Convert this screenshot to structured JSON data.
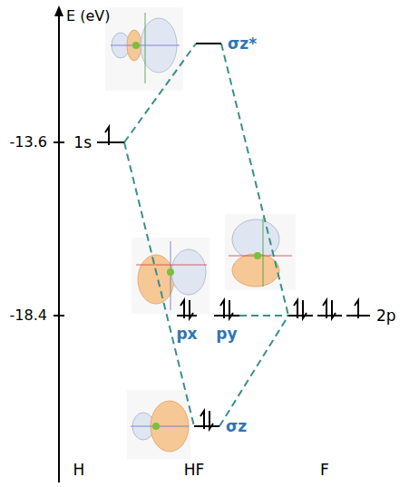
{
  "diagram": {
    "nodes": [
      {
        "text": [
          "1s"
        ]
      },
      {
        "text": [
          "σz*"
        ]
      },
      {
        "text": [
          "px"
        ]
      },
      {
        "text": [
          "py"
        ]
      },
      {
        "text": [
          "σz"
        ]
      },
      {
        "text": [
          "2p"
        ]
      }
    ],
    "edges": [
      {
        "from": 0,
        "to": 1,
        "arrow": "none"
      },
      {
        "from": 0,
        "to": 4,
        "arrow": "none"
      },
      {
        "from": 1,
        "to": 5,
        "arrow": "none"
      },
      {
        "from": 4,
        "to": 5,
        "arrow": "none"
      },
      {
        "from": 3,
        "to": 5,
        "arrow": "none"
      }
    ],
    "labels": [
      "E (eV)",
      "-13.6",
      "-18.4",
      "H",
      "HF",
      "F"
    ]
  }
}
